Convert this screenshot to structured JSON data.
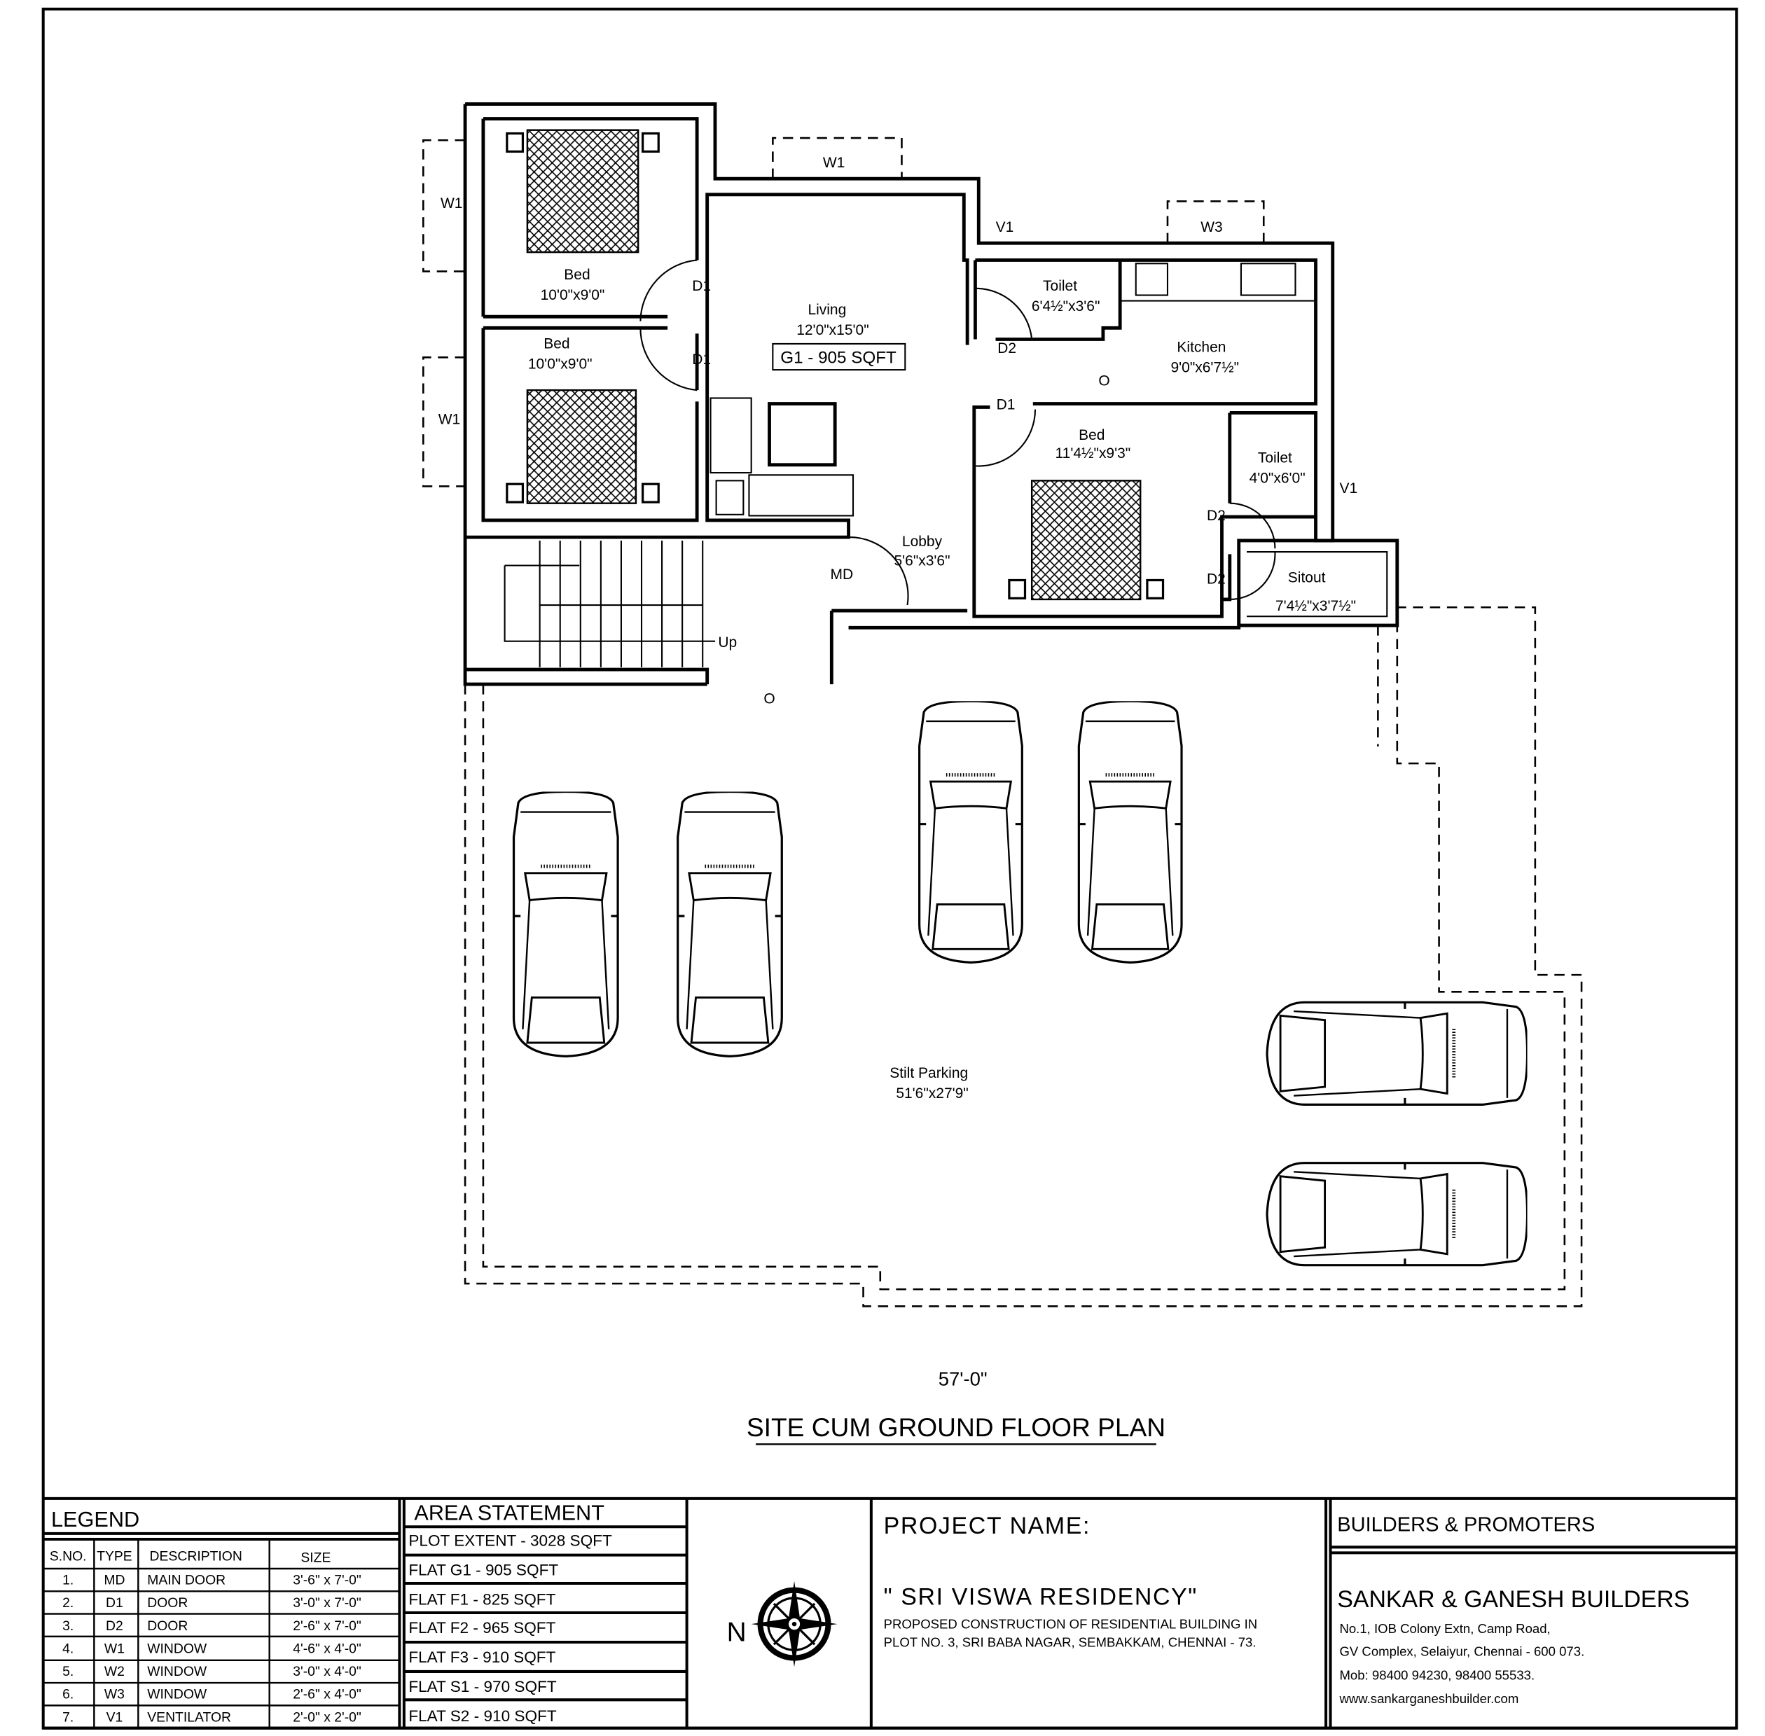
{
  "plan": {
    "windows": {
      "w1_top": "W1",
      "w1_left_top": "W1",
      "w1_left_bottom": "W1",
      "v1_top": "V1",
      "w3": "W3",
      "v1_right": "V1"
    },
    "rooms": {
      "bed1": {
        "name": "Bed",
        "size": "10'0\"x9'0\""
      },
      "bed2": {
        "name": "Bed",
        "size": "10'0\"x9'0\""
      },
      "living": {
        "name": "Living",
        "size": "12'0\"x15'0\""
      },
      "toilet1": {
        "name": "Toilet",
        "size": "6'4½\"x3'6\""
      },
      "kitchen": {
        "name": "Kitchen",
        "size": "9'0\"x6'7½\""
      },
      "bed3": {
        "name": "Bed",
        "size": "11'4½\"x9'3\""
      },
      "toilet2": {
        "name": "Toilet",
        "size": "4'0\"x6'0\""
      },
      "lobby": {
        "name": "Lobby",
        "size": "5'6\"x3'6\""
      },
      "sitout": {
        "name": "Sitout",
        "size": "7'4½\"x3'7½\""
      },
      "parking": {
        "name": "Stilt Parking",
        "size": "51'6\"x27'9\""
      }
    },
    "doors": {
      "d1_a": "D1",
      "d1_b": "D1",
      "d2_toilet": "D2",
      "d1_bed3": "D1",
      "d2_a": "D2",
      "d2_b": "D2",
      "md": "MD"
    },
    "flat_badge": "G1 - 905 SQFT",
    "stair_label": "Up",
    "opening_1": "O",
    "opening_2": "O",
    "width_dimension": "57'-0\"",
    "title": "SITE CUM GROUND FLOOR PLAN"
  },
  "legend": {
    "title": "LEGEND",
    "headers": [
      "S.NO.",
      "TYPE",
      "DESCRIPTION",
      "SIZE"
    ],
    "rows": [
      [
        "1.",
        "MD",
        "MAIN DOOR",
        "3'-6\" x 7'-0\""
      ],
      [
        "2.",
        "D1",
        "DOOR",
        "3'-0\" x 7'-0\""
      ],
      [
        "3.",
        "D2",
        "DOOR",
        "2'-6\" x 7'-0\""
      ],
      [
        "4.",
        "W1",
        "WINDOW",
        "4'-6\" x 4'-0\""
      ],
      [
        "5.",
        "W2",
        "WINDOW",
        "3'-0\" x 4'-0\""
      ],
      [
        "6.",
        "W3",
        "WINDOW",
        "2'-6\" x 4'-0\""
      ],
      [
        "7.",
        "V1",
        "VENTILATOR",
        "2'-0\" x 2'-0\""
      ]
    ]
  },
  "area_statement": {
    "title": "AREA STATEMENT",
    "rows": [
      "PLOT EXTENT - 3028 SQFT",
      "FLAT G1 - 905 SQFT",
      "FLAT F1 - 825 SQFT",
      "FLAT F2 - 965 SQFT",
      "FLAT F3 - 910 SQFT",
      "FLAT S1 - 970 SQFT",
      "FLAT S2 - 910 SQFT"
    ]
  },
  "north": {
    "label": "N",
    "icon": "compass-rose-icon"
  },
  "project": {
    "heading": "PROJECT NAME:",
    "name": "\" SRI VISWA RESIDENCY\"",
    "desc_line1": "PROPOSED CONSTRUCTION OF RESIDENTIAL BUILDING IN",
    "desc_line2": "PLOT NO. 3, SRI BABA NAGAR, SEMBAKKAM, CHENNAI - 73."
  },
  "builder": {
    "heading": "BUILDERS & PROMOTERS",
    "name": "SANKAR & GANESH BUILDERS",
    "address1": "No.1, IOB Colony Extn, Camp Road,",
    "address2": "GV Complex, Selaiyur, Chennai - 600 073.",
    "phone": "Mob: 98400 94230, 98400 55533.",
    "website": "www.sankarganeshbuilder.com"
  }
}
